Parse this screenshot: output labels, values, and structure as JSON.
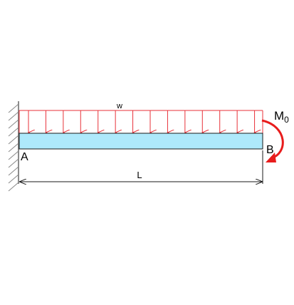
{
  "diagram": {
    "load_label": "w",
    "moment_label": "M",
    "moment_subscript": "0",
    "point_a_label": "A",
    "point_b_label": "B",
    "length_label": "L"
  },
  "colors": {
    "load": "#e8323a",
    "moment": "#e81c1c",
    "beam_fill": "#aee9fb",
    "beam_stroke": "#1a1a1a",
    "wall": "#666666",
    "dimension": "#1a1a1a"
  },
  "load": {
    "arrow_count": 14
  }
}
